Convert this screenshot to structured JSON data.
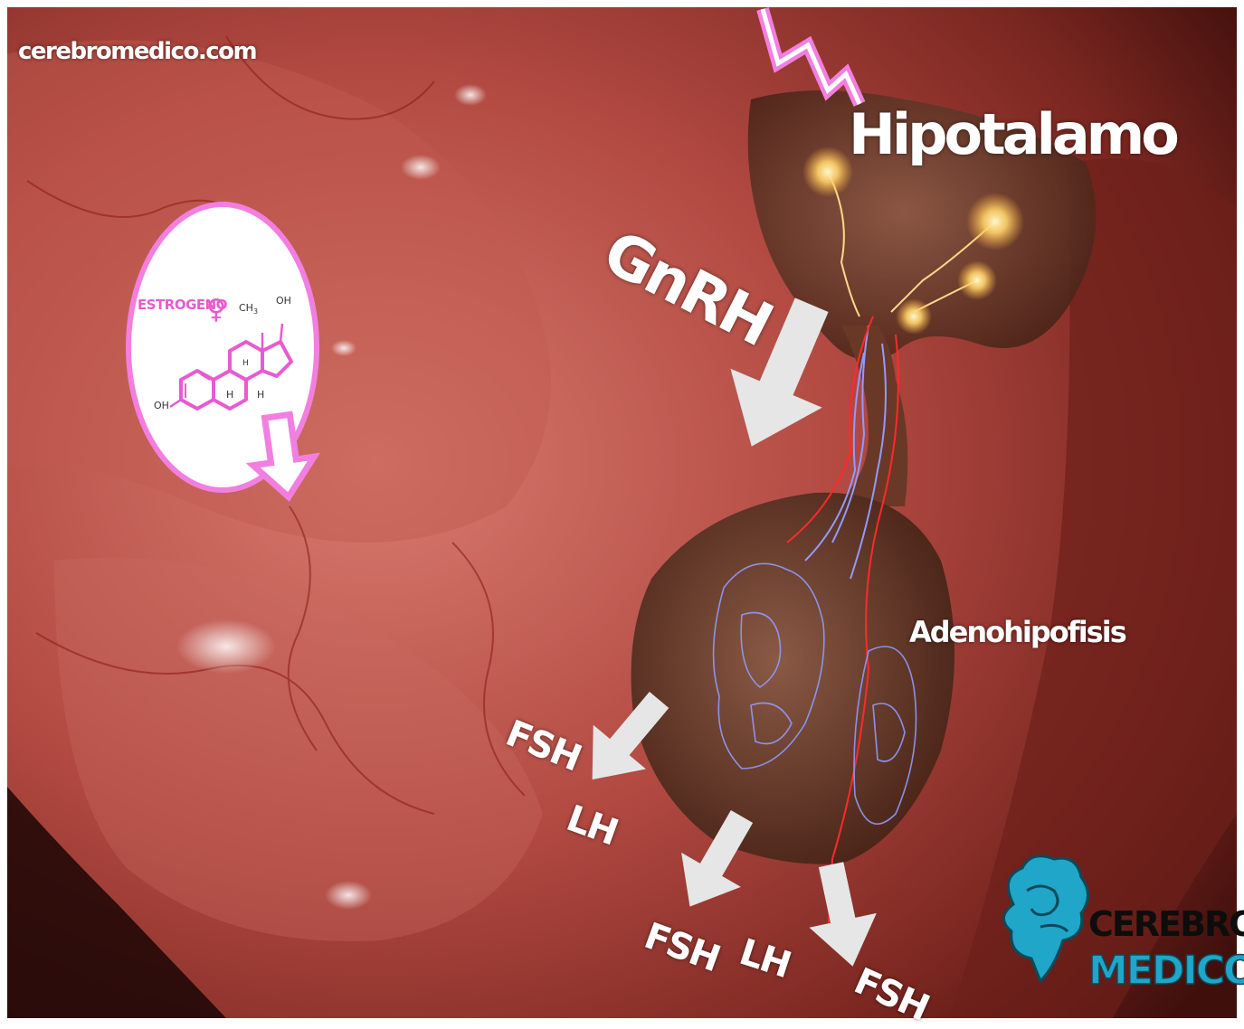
{
  "watermark": "cerebromedico.com",
  "labels": {
    "hypothalamus": "Hipotalamo",
    "gnrh": "GnRH",
    "adenohypophysis": "Adenohipofisis",
    "fsh": "FSH",
    "lh": "LH"
  },
  "estrogen_inset": {
    "title": "ESTROGENO",
    "symbol": "♀",
    "methyl": "CH",
    "methyl_sub": "3",
    "hydroxyl": "OH",
    "hydrogen": "H"
  },
  "logo": {
    "line1": "CEREBRO",
    "line2": "MEDICO"
  },
  "colors": {
    "tissue_dark": "#5a1512",
    "tissue_mid": "#a8403a",
    "tissue_light": "#d97a70",
    "pink_accent": "#f27fe0",
    "estrogen_pink": "#e85bd0",
    "arrow_grey": "#e6e6e6",
    "vessel_blue": "#8f9bff",
    "vessel_red": "#ff2a2a",
    "logo_blue": "#1fa6c9"
  }
}
